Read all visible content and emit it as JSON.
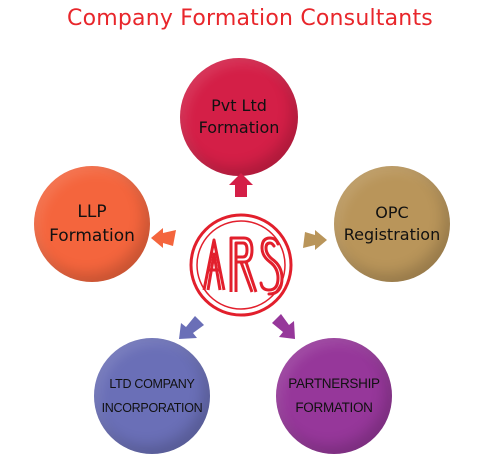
{
  "title": "Company Formation Consultants",
  "center": {
    "logo_text": "ARS",
    "color": "#e21f2c"
  },
  "nodes": {
    "pvt": {
      "line1": "Pvt Ltd",
      "line2": "Formation",
      "color": "#d41f47"
    },
    "llp": {
      "line1": "LLP",
      "line2": "Formation",
      "color": "#f4653d"
    },
    "opc": {
      "line1": "OPC",
      "line2": "Registration",
      "color": "#b9955a"
    },
    "ltd": {
      "line1": "LTD COMPANY",
      "line2": "INCORPORATION",
      "color": "#6a6fb7"
    },
    "partnership": {
      "line1": "PARTNERSHIP",
      "line2": "FORMATION",
      "color": "#96379a"
    }
  },
  "arrows": [
    {
      "to": "pvt",
      "color": "#d41f47",
      "icon": "arrow-up-icon"
    },
    {
      "to": "llp",
      "color": "#f4653d",
      "icon": "arrow-left-icon"
    },
    {
      "to": "opc",
      "color": "#b9955a",
      "icon": "arrow-right-icon"
    },
    {
      "to": "ltd",
      "color": "#6a6fb7",
      "icon": "arrow-down-left-icon"
    },
    {
      "to": "partnership",
      "color": "#96379a",
      "icon": "arrow-down-right-icon"
    }
  ]
}
